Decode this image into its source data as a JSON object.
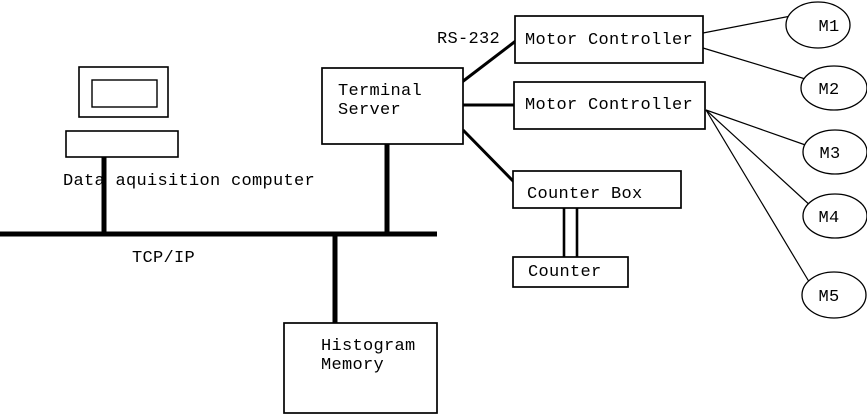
{
  "diagram": {
    "background": "#ffffff",
    "stroke_color": "#000000",
    "labels": {
      "computer": "Data aquisition computer",
      "bus": "TCP/IP",
      "serial": "RS-232"
    },
    "nodes": {
      "terminal_server": {
        "line1": "Terminal",
        "line2": "Server"
      },
      "motor_controller_1": {
        "label": "Motor Controller"
      },
      "motor_controller_2": {
        "label": "Motor Controller"
      },
      "counter_box": {
        "label": "Counter Box"
      },
      "counter": {
        "label": "Counter"
      },
      "histogram_memory": {
        "line1": "Histogram",
        "line2": "Memory"
      }
    },
    "motors": [
      {
        "label": "M1"
      },
      {
        "label": "M2"
      },
      {
        "label": "M3"
      },
      {
        "label": "M4"
      },
      {
        "label": "M5"
      }
    ]
  }
}
